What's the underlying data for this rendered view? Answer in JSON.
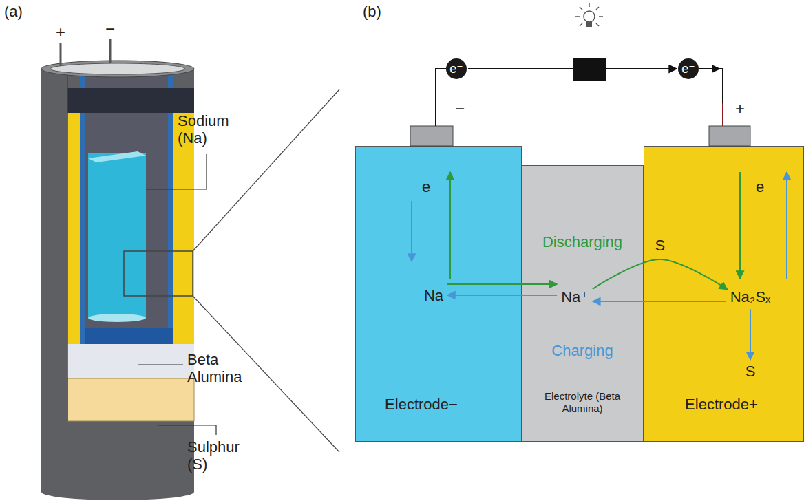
{
  "diagram": {
    "nodes": [
      {
        "text": [
          "e⁻"
        ]
      },
      {
        "text": [
          "e⁻"
        ]
      },
      {
        "text": [
          "Electrode−"
        ]
      },
      {
        "text": [
          "Na"
        ],
        "in": 2
      },
      {
        "text": [
          "Electrolyte (Beta Alumina)"
        ]
      },
      {
        "text": [
          "Na⁺"
        ],
        "in": 4
      },
      {
        "text": [
          "Electrode+"
        ]
      },
      {
        "text": [
          "Na₂Sₓ"
        ],
        "in": 6
      },
      {
        "text": [
          "S"
        ],
        "in": 6
      }
    ],
    "edges": [
      {
        "from": 0,
        "to": 1,
        "arrow": "to"
      },
      {
        "from": 3,
        "to": 5,
        "arrow": "to"
      },
      {
        "from": 5,
        "to": 3,
        "arrow": "to"
      },
      {
        "from": 5,
        "to": 7,
        "label": "S",
        "arrow": "to"
      },
      {
        "from": 7,
        "to": 5,
        "arrow": "to"
      },
      {
        "from": 7,
        "to": 8,
        "arrow": "to"
      }
    ],
    "labels": [
      "(a)",
      "+",
      "−",
      "Sodium (Na)",
      "Beta Alumina",
      "Sulphur (S)",
      "(b)",
      "−",
      "+",
      "e⁻",
      "e⁻",
      "Discharging",
      "Charging"
    ]
  }
}
